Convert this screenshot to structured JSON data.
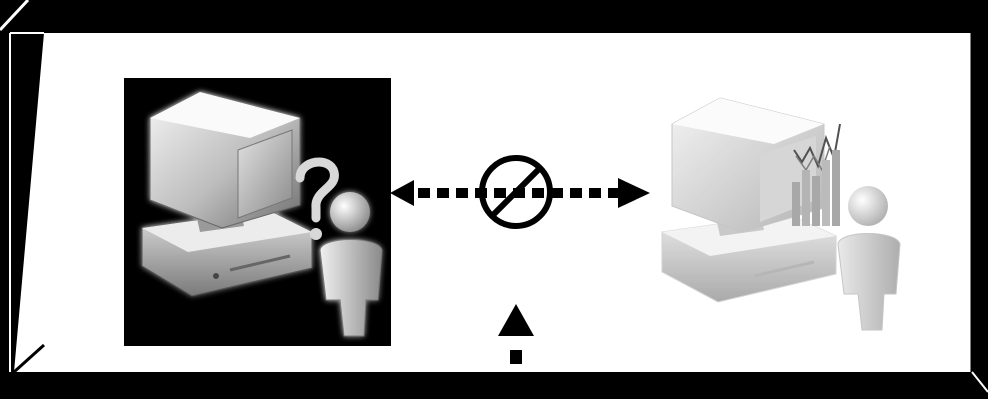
{
  "diagram": {
    "nodes": [
      {
        "id": "left-workstation",
        "icon": "computer-user-question-icon",
        "style": "dark-panel"
      },
      {
        "id": "right-workstation",
        "icon": "computer-user-chart-icon",
        "style": "faded"
      }
    ],
    "connections": [
      {
        "from": "left-workstation",
        "to": "right-workstation",
        "type": "bidirectional-dotted",
        "marker": "prohibited-icon"
      },
      {
        "from": "bottom",
        "to": "center",
        "type": "dotted-arrow-up"
      }
    ],
    "colors": {
      "frame": "#000000",
      "canvas": "#ffffff",
      "left_panel": "#000000",
      "arrows": "#000000"
    }
  }
}
